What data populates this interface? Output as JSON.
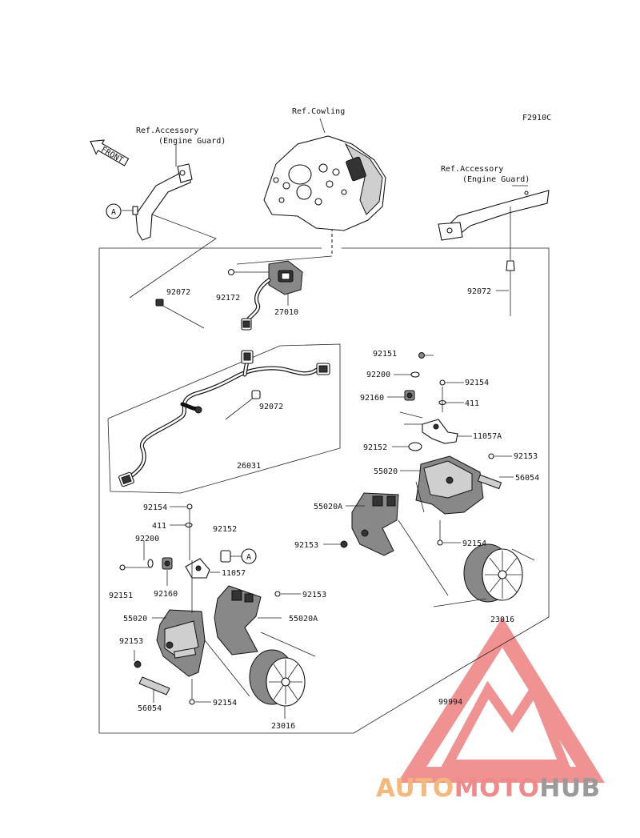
{
  "figure_code": "F2910C",
  "refs": {
    "cowling": "Ref.Cowling",
    "guard_left_1": "Ref.Accessory",
    "guard_left_2": "(Engine Guard)",
    "guard_right_1": "Ref.Accessory",
    "guard_right_2": "(Engine Guard)"
  },
  "front_arrow": "FRONT",
  "callout_marker": "A",
  "parts": {
    "p92072_a": "92072",
    "p92172": "92172",
    "p27010": "27010",
    "p92072_b": "92072",
    "p92072_c": "92072",
    "p26031": "26031",
    "p92151_r": "92151",
    "p92200_r": "92200",
    "p92154_r": "92154",
    "p92160_r": "92160",
    "p411_r": "411",
    "p11057A": "11057A",
    "p92152_r": "92152",
    "p92153_r1": "92153",
    "p55020_r": "55020",
    "p56054_r": "56054",
    "p55020A_r": "55020A",
    "p92153_r2": "92153",
    "p92154_r2": "92154",
    "p23016_r": "23016",
    "p92154_l": "92154",
    "p411_l": "411",
    "p92152_l": "92152",
    "p92200_l": "92200",
    "p11057": "11057",
    "p92151_l": "92151",
    "p92160_l": "92160",
    "p92153_l1": "92153",
    "p55020_l": "55020",
    "p55020A_l": "55020A",
    "p92153_l2": "92153",
    "p56054_l": "56054",
    "p92154_l2": "92154",
    "p23016_l": "23016",
    "p99994": "99994"
  },
  "watermark": {
    "part1": "AUTO",
    "part2": "MOTO",
    "part3": "HUB",
    "color1": "#f5b77a",
    "color2": "#f08a8a",
    "color3": "#9a9a9a",
    "logo_color": "#ef8080"
  }
}
